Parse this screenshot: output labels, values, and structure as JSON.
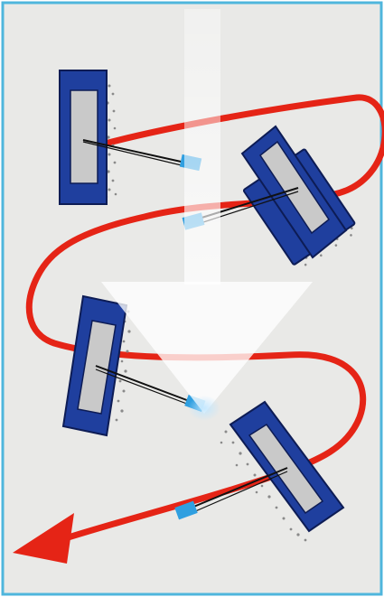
{
  "figure": {
    "background_color": "#e9e9e7",
    "border_color": "#4fb6dc",
    "path_color": "#e52416",
    "brush_body_color": "#1f3f9e",
    "brush_pad_color": "#c9c9c9",
    "bristle_color": "#8a8a8a",
    "handle_tip_color": "#2f9fe0",
    "direction_arrow_color": "#ffffff"
  },
  "brushes": [
    {
      "id": "brush-1",
      "orientation": "vertical"
    },
    {
      "id": "brush-2",
      "orientation": "tilted"
    },
    {
      "id": "brush-3",
      "orientation": "tilted"
    },
    {
      "id": "brush-4",
      "orientation": "tilted"
    }
  ],
  "icons": {
    "path": "zigzag-path",
    "path_end": "arrow-head",
    "direction": "down-arrow"
  }
}
